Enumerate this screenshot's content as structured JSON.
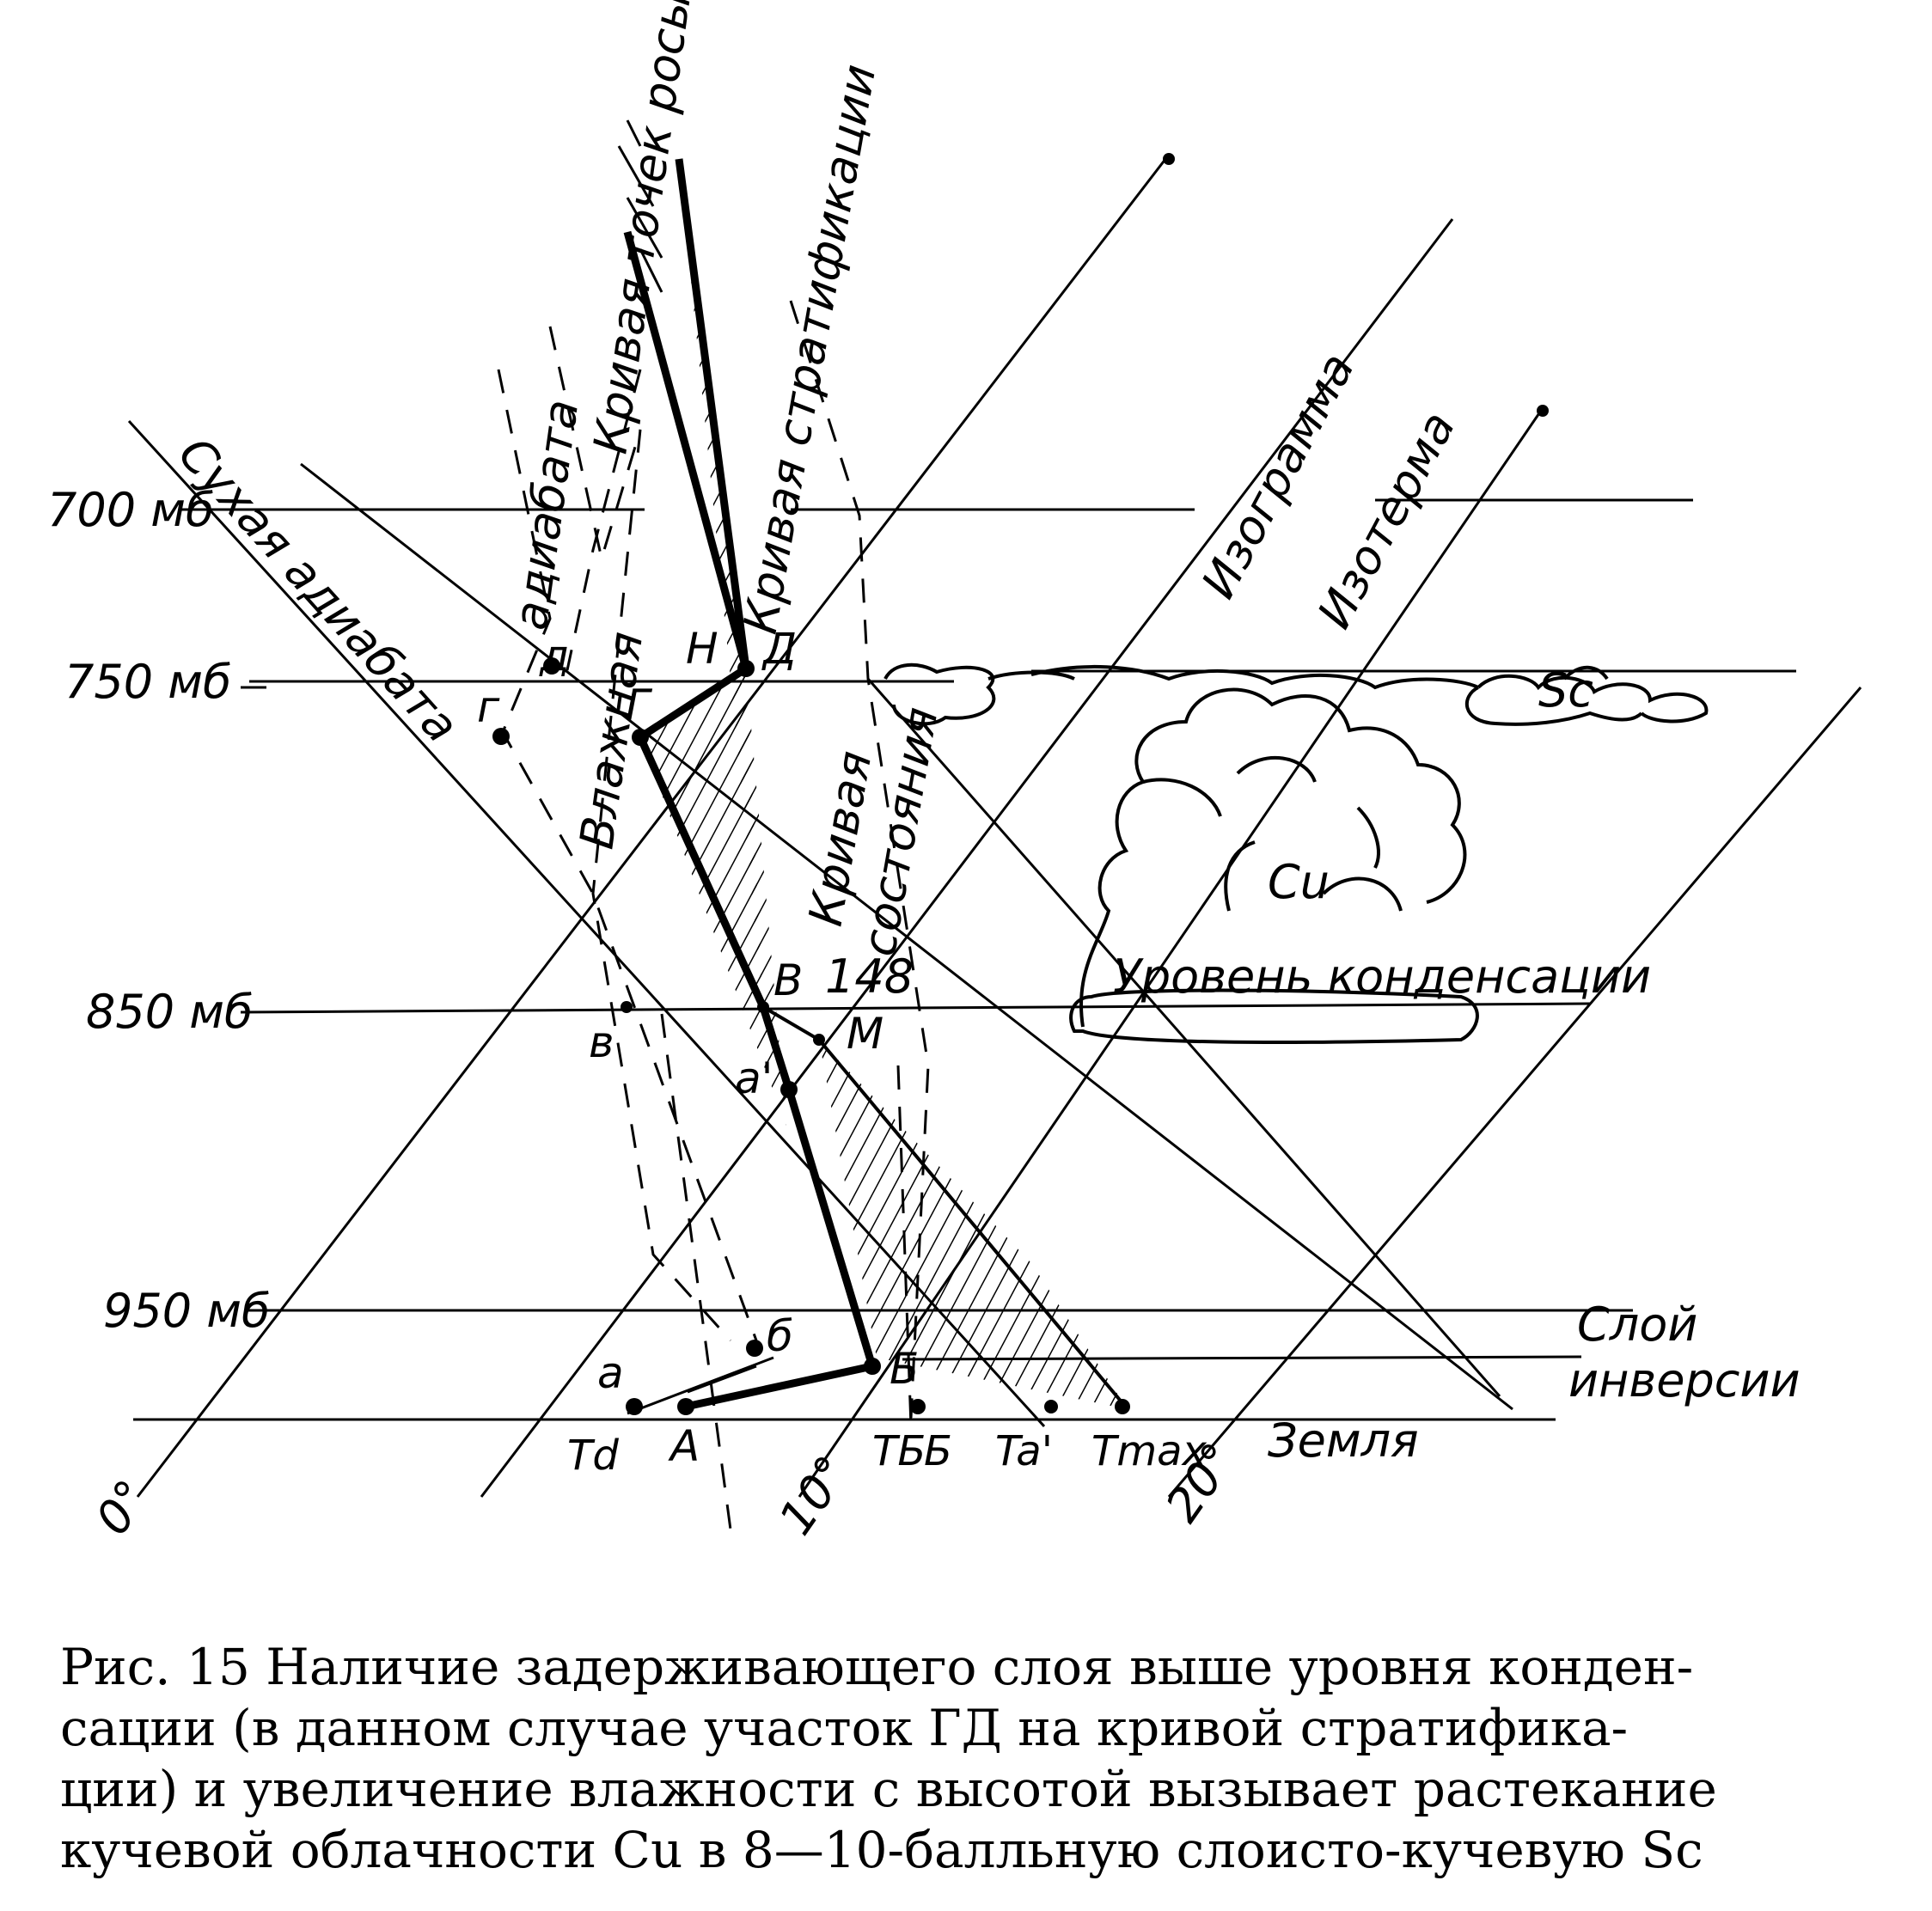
{
  "diagram": {
    "pressure_levels": [
      "700 мб",
      "750 мб",
      "850 мб",
      "950 мб"
    ],
    "temperature_labels": [
      "0°",
      "10°",
      "20°"
    ],
    "curve_labels": {
      "dry_adiabat": "Сухая адиабата",
      "moist_adiabat_1": "Влажная",
      "moist_adiabat_2": "адиабата",
      "dew_point_curve": "Кривая точек росы",
      "stratification_curve": "Кривая стратификации",
      "state_curve_1": "Кривая",
      "state_curve_2": "состояния",
      "isogram": "Изограмма",
      "isotherm": "Изотерма"
    },
    "annotations": {
      "condensation_level": "Уровень конденсации",
      "inversion_1": "Слой",
      "inversion_2": "инверсии",
      "ground": "Земля",
      "cloud_cu": "Cu",
      "cloud_sc": "Sc",
      "number": "148"
    },
    "points": {
      "H": "Н",
      "D_upper": "Д",
      "G_upper": "Г",
      "V_upper": "В",
      "M": "М",
      "a_prime": "а'",
      "B_upper": "Б",
      "A_upper": "А",
      "d_lower": "д",
      "g_lower": "г",
      "v_lower": "в",
      "b_lower": "б",
      "a_lower": "а"
    },
    "axis_marks": {
      "Td": "Td",
      "TB": "TБ",
      "B_axis": "Б",
      "Ta_prime": "Ta'",
      "Tmax": "Tmax"
    }
  },
  "caption": {
    "lines": [
      "Рис. 15 Наличие задерживающего слоя выше уровня конден-",
      "сации (в данном случае участок ГД на кривой стратифика-",
      "ции) и увеличение влажности с высотой вызывает растекание",
      "кучевой облачности Cu в 8—10-балльную слоисто-кучевую Sc"
    ]
  }
}
